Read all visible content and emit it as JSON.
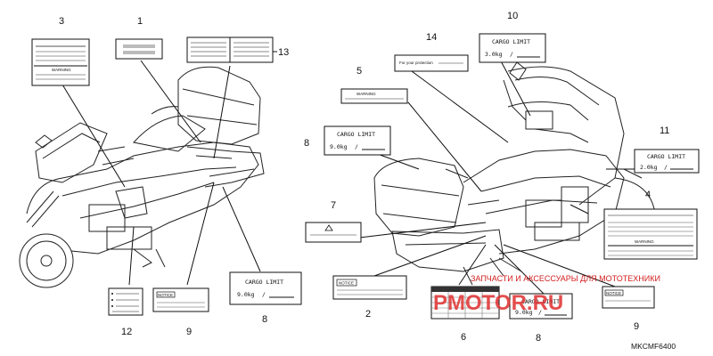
{
  "callouts": [
    "3",
    "1",
    "13",
    "14",
    "10",
    "5",
    "8",
    "11",
    "7",
    "4",
    "2",
    "6",
    "8",
    "12",
    "9",
    "8",
    "9"
  ],
  "labels": {
    "cargo_title": "CARGO LIMIT",
    "cargo_3kg": "3.0kg",
    "cargo_9kg": "9.0kg",
    "cargo_2kg": "2.0kg",
    "protection": "For your protection",
    "warning": "WARNING",
    "notice": "NOTICE",
    "slash": "/"
  },
  "watermark": {
    "top": "ЗАПЧАСТИ И АКСЕССУАРЫ ДЛЯ МОТОТЕХНИКИ",
    "brand": "PMOTOR.RU"
  },
  "diagram_code": "MKCMF6400"
}
